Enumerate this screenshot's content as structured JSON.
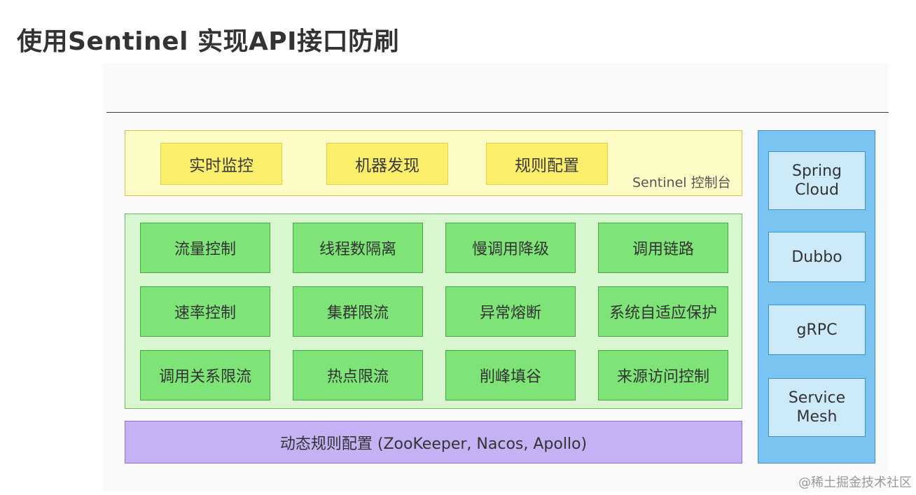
{
  "page": {
    "title": "使用Sentinel 实现API接口防刷"
  },
  "console": {
    "tiles": [
      "实时监控",
      "机器发现",
      "规则配置"
    ],
    "label": "Sentinel 控制台"
  },
  "features": {
    "rows": [
      [
        "流量控制",
        "线程数隔离",
        "慢调用降级",
        "调用链路"
      ],
      [
        "速率控制",
        "集群限流",
        "异常熔断",
        "系统自适应保护"
      ],
      [
        "调用关系限流",
        "热点限流",
        "削峰填谷",
        "来源访问控制"
      ]
    ]
  },
  "dynamic_rules": {
    "label": "动态规则配置 (ZooKeeper, Nacos, Apollo)"
  },
  "integrations": {
    "items": [
      "Spring\nCloud",
      "Dubbo",
      "gRPC",
      "Service\nMesh"
    ]
  },
  "watermark": {
    "text": "@稀土掘金技术社区"
  },
  "colors": {
    "console_bg": "#fdfbc6",
    "console_tile": "#fbee6a",
    "features_bg": "#d8f7d0",
    "feature_tile": "#7ee478",
    "dynamic_bg": "#c4b2f4",
    "integrations_bg": "#79c4f1",
    "integration_tile": "#cdeaf9"
  }
}
